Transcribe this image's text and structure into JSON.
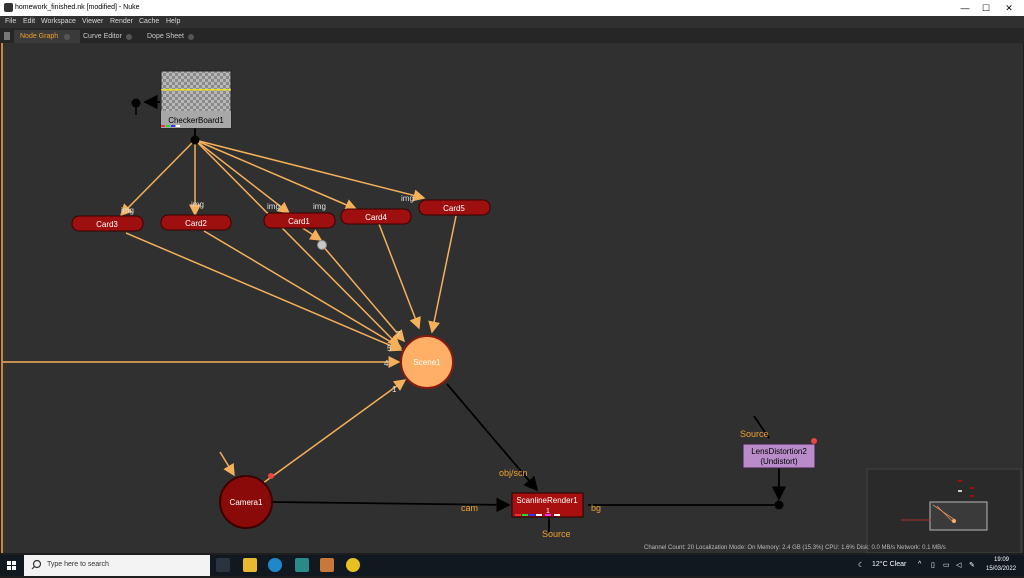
{
  "window": {
    "title": "homework_finished.nk [modified] - Nuke",
    "minimize": "—",
    "maximize": "☐",
    "close": "✕"
  },
  "menu": {
    "items": [
      "File",
      "Edit",
      "Workspace",
      "Viewer",
      "Render",
      "Cache",
      "Help"
    ]
  },
  "tabs": [
    {
      "label": "Node Graph",
      "active": true
    },
    {
      "label": "Curve Editor",
      "active": false
    },
    {
      "label": "Dope Sheet",
      "active": false
    }
  ],
  "nodes": {
    "checkerboard": "CheckerBoard1",
    "cards": [
      "Card3",
      "Card2",
      "Card1",
      "Card4",
      "Card5"
    ],
    "scene": "Scene1",
    "camera": "Camera1",
    "scanline": "ScanlineRender1",
    "scanline_sub": "1",
    "lens": [
      "LensDistortion2",
      "(Undistort)"
    ]
  },
  "edge_labels": {
    "img": "img",
    "obj_scn": "obj/scn",
    "cam": "cam",
    "bg": "bg",
    "source": "Source",
    "scene_inputs": [
      "7",
      "5",
      "4",
      "1"
    ]
  },
  "colors": {
    "pipe": "#f5b05a",
    "card": "#9e0f0f",
    "scene": "#ffb066",
    "camera": "#8a0a0a",
    "lens": "#b98cc9",
    "graph_bg": "#303030"
  },
  "status": "Channel Count: 20  Localization Mode: On  Memory: 2.4 GB (15.3%)  CPU: 1.6%  Disk: 0.0 MB/s  Network: 0.1 MB/s",
  "taskbar": {
    "search_placeholder": "Type here to search",
    "weather": "12°C  Clear",
    "time": "19:09",
    "date": "15/03/2022"
  }
}
